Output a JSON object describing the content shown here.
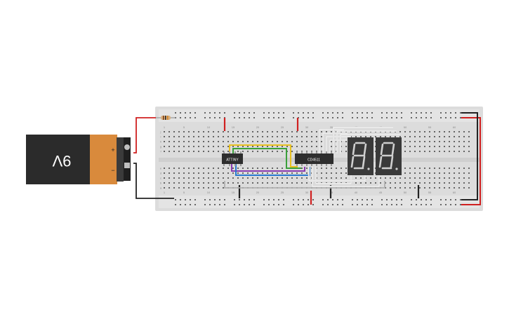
{
  "battery": {
    "label": "9V",
    "plus_label": "+",
    "minus_label": "−",
    "body_color": "#2b2b2b",
    "band_color": "#d98a3c"
  },
  "chips": {
    "mcu": {
      "label": "ATTINY"
    },
    "decoder": {
      "label": "CD4511"
    }
  },
  "breadboard": {
    "board_color": "#dcdcdc",
    "hole_color": "#4a4a4a",
    "column_numbers": [
      "1",
      "5",
      "10",
      "15",
      "20",
      "25",
      "30",
      "35",
      "40",
      "45",
      "50",
      "55",
      "60"
    ],
    "row_letters_top": [
      "j",
      "i",
      "h",
      "g",
      "f"
    ],
    "row_letters_bottom": [
      "e",
      "d",
      "c",
      "b",
      "a"
    ]
  },
  "display": {
    "digits": [
      "8",
      "8"
    ],
    "body_color": "#3a3a3a",
    "segment_color": "#cfcfcf"
  },
  "colors": {
    "wire_red": "#d02020",
    "wire_black": "#222222",
    "wire_yellow": "#e8c020",
    "wire_green": "#3aa03a",
    "wire_purple": "#8a3ab0",
    "wire_blue": "#2a7ad0",
    "wire_white": "#f4f4f4",
    "wire_gray": "#b0b0b0",
    "resistor_body": "#d8b080"
  }
}
